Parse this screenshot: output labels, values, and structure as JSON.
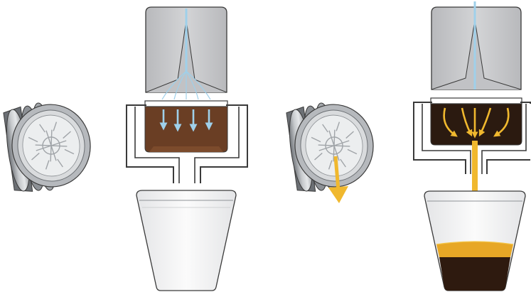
{
  "colors": {
    "background": "#ffffff",
    "outline": "#3a3a3a",
    "head_fill": "#c9c9cb",
    "head_fill_dark": "#b9babd",
    "water_flow": "#9fd0ea",
    "coffee_grounds": "#6a3e24",
    "coffee_wet": "#2b1a10",
    "extraction_flow": "#f0b82e",
    "crema": "#e7a726",
    "espresso": "#2e1a0f",
    "capsule_metal": "#9ea2a7",
    "capsule_shadow": "#5f6368",
    "capsule_light": "#e2e4e6",
    "cup_glass": "#f2f3f4"
  },
  "stages": [
    {
      "id": "capsule-sealed",
      "icon": "capsule-icon",
      "foil_pierced": false
    },
    {
      "id": "brewing-wetting",
      "icon": "brew-head-icon",
      "flow": "water",
      "cup_level": 0
    },
    {
      "id": "capsule-pierced",
      "icon": "capsule-icon",
      "foil_pierced": true,
      "outflow_arrow": true
    },
    {
      "id": "brewing-extraction",
      "icon": "brew-head-icon",
      "flow": "coffee",
      "cup_level": 0.33,
      "crema_level": 0.1
    }
  ]
}
